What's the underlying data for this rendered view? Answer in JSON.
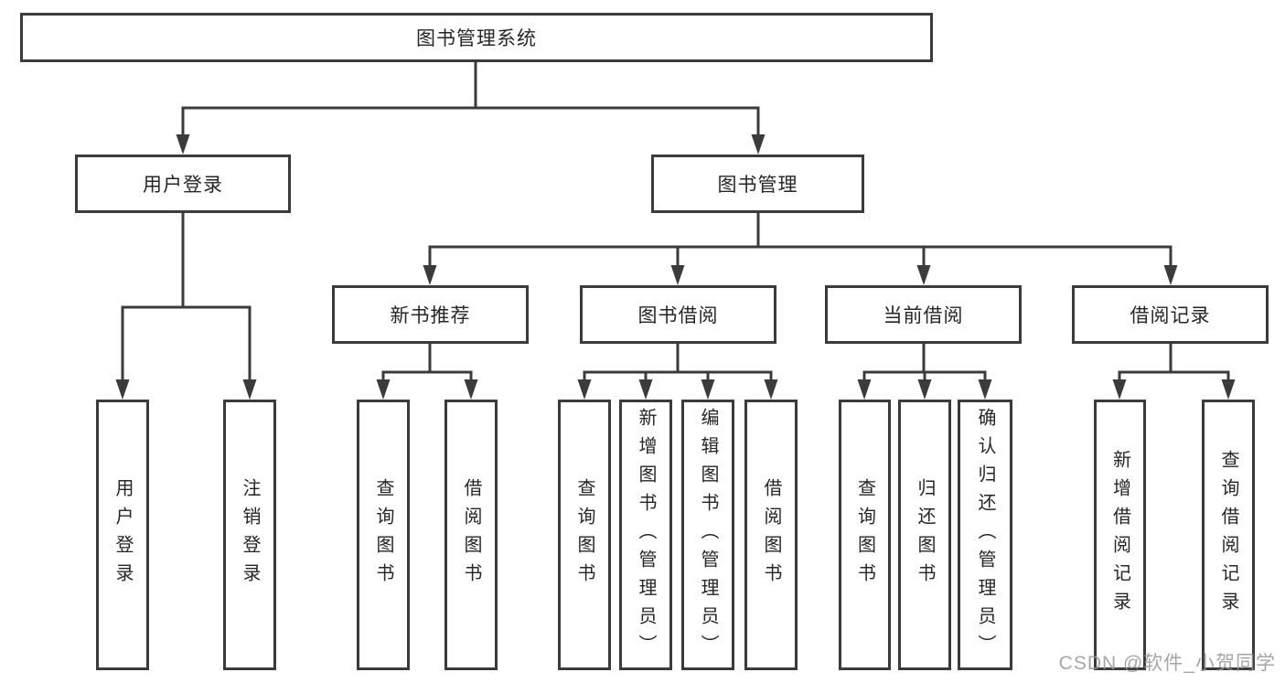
{
  "diagram": {
    "root": {
      "label": "图书管理系统"
    },
    "level2": [
      {
        "label": "用户登录"
      },
      {
        "label": "图书管理"
      }
    ],
    "level3": [
      {
        "label": "新书推荐"
      },
      {
        "label": "图书借阅"
      },
      {
        "label": "当前借阅"
      },
      {
        "label": "借阅记录"
      }
    ],
    "leaves": {
      "user_login": [
        {
          "label": "用户登录"
        },
        {
          "label": "注销登录"
        }
      ],
      "new_book_recommend": [
        {
          "label": "查询图书"
        },
        {
          "label": "借阅图书"
        }
      ],
      "book_borrow": [
        {
          "label": "查询图书"
        },
        {
          "label": "新增图书（管理员）"
        },
        {
          "label": "编辑图书（管理员）"
        },
        {
          "label": "借阅图书"
        }
      ],
      "current_borrow": [
        {
          "label": "查询图书"
        },
        {
          "label": "归还图书"
        },
        {
          "label": "确认归还（管理员）"
        }
      ],
      "borrow_records": [
        {
          "label": "新增借阅记录"
        },
        {
          "label": "查询借阅记录"
        }
      ]
    },
    "colors": {
      "line": "#3b3b3b",
      "text": "#262626",
      "box_background": "#ffffff",
      "watermark": "#969696"
    }
  },
  "watermark": {
    "text": "CSDN @软件_小贺同学"
  }
}
